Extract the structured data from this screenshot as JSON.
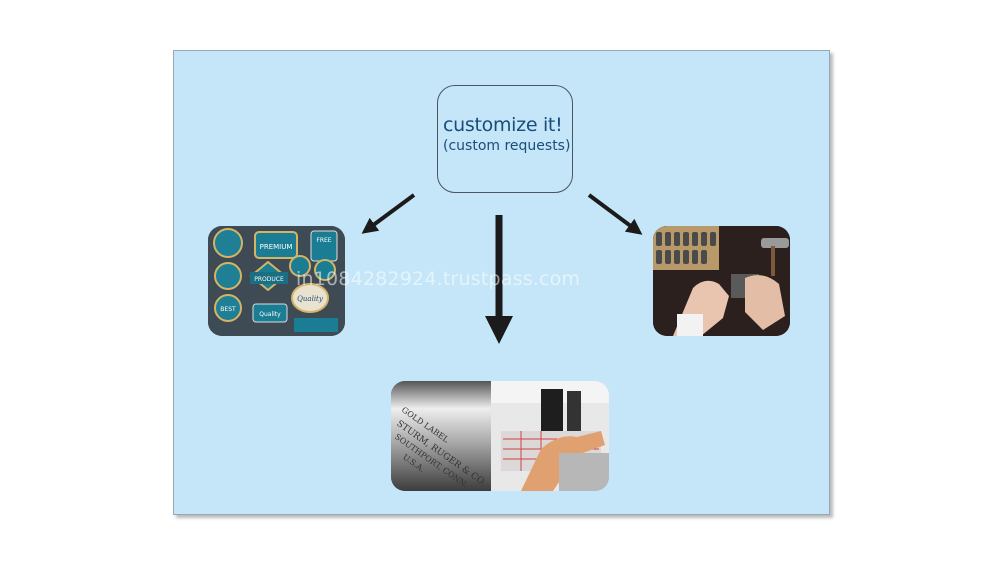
{
  "center": {
    "title": "customize it!",
    "subtitle": "(custom requests)"
  },
  "photos": {
    "labels": {
      "description": "badges and labels"
    },
    "stamping": {
      "description": "hand stamping metal"
    },
    "engraving": {
      "description": "engraved tube and sewing machine"
    }
  },
  "engraving_text": {
    "line1": "GOLD LABEL",
    "line2": "STURM, RUGER & CO.",
    "line3": "SOUTHPORT, CONN.",
    "line4": "U.S.A."
  },
  "badges": {
    "b1": "PREMIUM",
    "b2": "FREE",
    "b3": "PRODUCE",
    "b4": "Quality",
    "b5": "BEST",
    "b6": "Quality"
  },
  "watermark": "in1084282924.trustpass.com",
  "colors": {
    "background": "#c4e6f8",
    "title": "#1a4d7a",
    "arrow": "#1b1b1b"
  }
}
